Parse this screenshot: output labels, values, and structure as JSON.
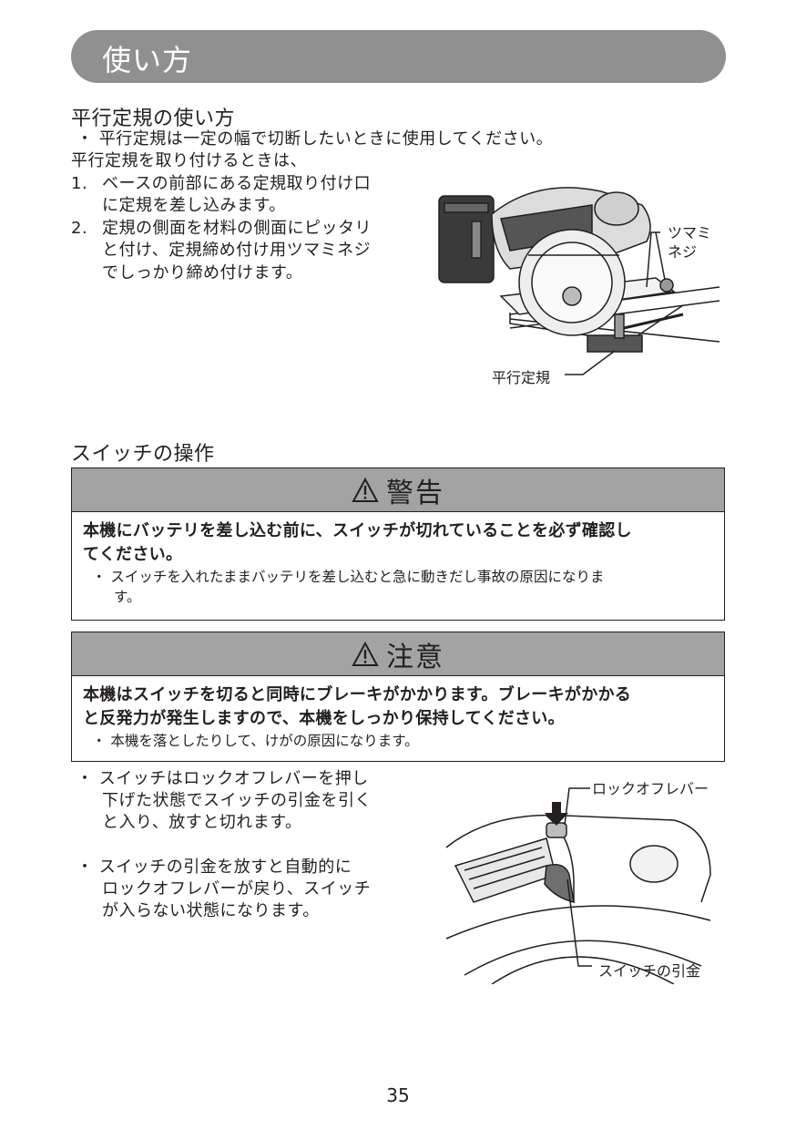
{
  "header": {
    "title": "使い方"
  },
  "parallel": {
    "heading": "平行定規の使い方",
    "bullet": "・ 平行定規は一定の幅で切断したいときに使用してください。",
    "intro": "平行定規を取り付けるときは、",
    "step1_num": "1.",
    "step1_l1": "ベースの前部にある定規取り付け口",
    "step1_l2": "に定規を差し込みます。",
    "step2_num": "2.",
    "step2_l1": "定規の側面を材料の側面にピッタリ",
    "step2_l2": "と付け、定規締め付け用ツマミネジ",
    "step2_l3": "でしっかり締め付けます。",
    "fig_label_knob_l1": "ツマミ",
    "fig_label_knob_l2": "ネジ",
    "fig_label_guide": "平行定規"
  },
  "switch": {
    "heading": "スイッチの操作",
    "warning": {
      "title": "警告",
      "bold_l1": "本機にバッテリを差し込む前に、スイッチが切れていることを必ず確認し",
      "bold_l2": "てください。",
      "note_l1": "・ スイッチを入れたままバッテリを差し込むと急に動きだし事故の原因になりま",
      "note_l2": "す。"
    },
    "caution": {
      "title": "注意",
      "bold_l1": "本機はスイッチを切ると同時にブレーキがかかります。ブレーキがかかる",
      "bold_l2": "と反発力が発生しますので、本機をしっかり保持してください。",
      "note": "・ 本機を落としたりして、けがの原因になります。"
    },
    "b1_l1": "・ スイッチはロックオフレバーを押し",
    "b1_l2": "下げた状態でスイッチの引金を引く",
    "b1_l3": "と入り、放すと切れます。",
    "b2_l1": "・ スイッチの引金を放すと自動的に",
    "b2_l2": "ロックオフレバーが戻り、スイッチ",
    "b2_l3": "が入らない状態になります。",
    "fig_label_lever": "ロックオフレバー",
    "fig_label_trigger": "スイッチの引金"
  },
  "page_number": "35"
}
